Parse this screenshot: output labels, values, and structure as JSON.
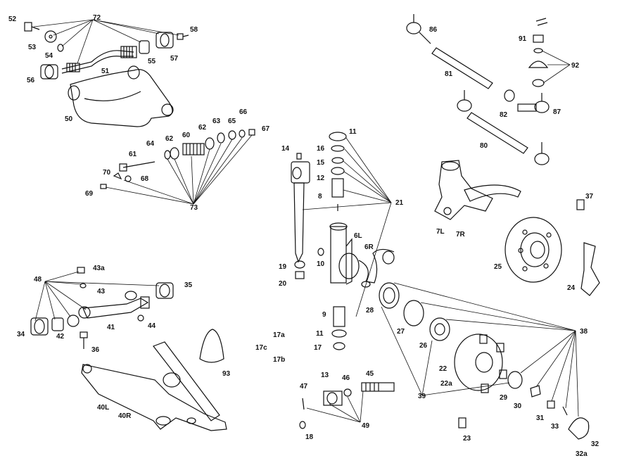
{
  "labels": {
    "l52": "52",
    "l72": "72",
    "l58": "58",
    "l53": "53",
    "l54": "54",
    "l55": "55",
    "l56": "56",
    "l51": "51",
    "l57": "57",
    "l50": "50",
    "l66": "66",
    "l63": "63",
    "l65": "65",
    "l67": "67",
    "l62a": "62",
    "l60": "60",
    "l62b": "62",
    "l64": "64",
    "l61": "61",
    "l70": "70",
    "l68": "68",
    "l69": "69",
    "l73": "73",
    "l86": "86",
    "l91": "91",
    "l92": "92",
    "l81": "81",
    "l82": "82",
    "l87": "87",
    "l80": "80",
    "l37": "37",
    "l7L": "7L",
    "l7R": "7R",
    "l25": "25",
    "l24": "24",
    "l11a": "11",
    "l16": "16",
    "l15": "15",
    "l12": "12",
    "l8": "8",
    "l21": "21",
    "l14": "14",
    "l6L": "6L",
    "l6R": "6R",
    "l19": "19",
    "l20": "20",
    "l10": "10",
    "l28": "28",
    "l9": "9",
    "l11b": "11",
    "l17": "17",
    "l17a": "17a",
    "l17c": "17c",
    "l17b": "17b",
    "l27": "27",
    "l26": "26",
    "l38": "38",
    "l22": "22",
    "l22a": "22a",
    "l29": "29",
    "l30": "30",
    "l31": "31",
    "l33": "33",
    "l32": "32",
    "l32a": "32a",
    "l39": "39",
    "l23": "23",
    "l48": "48",
    "l43a": "43a",
    "l43": "43",
    "l35": "35",
    "l34": "34",
    "l42": "42",
    "l41": "41",
    "l44": "44",
    "l36": "36",
    "l93": "93",
    "l40L": "40L",
    "l40R": "40R",
    "l47": "47",
    "l13": "13",
    "l46": "46",
    "l45": "45",
    "l49": "49",
    "l18": "18"
  }
}
